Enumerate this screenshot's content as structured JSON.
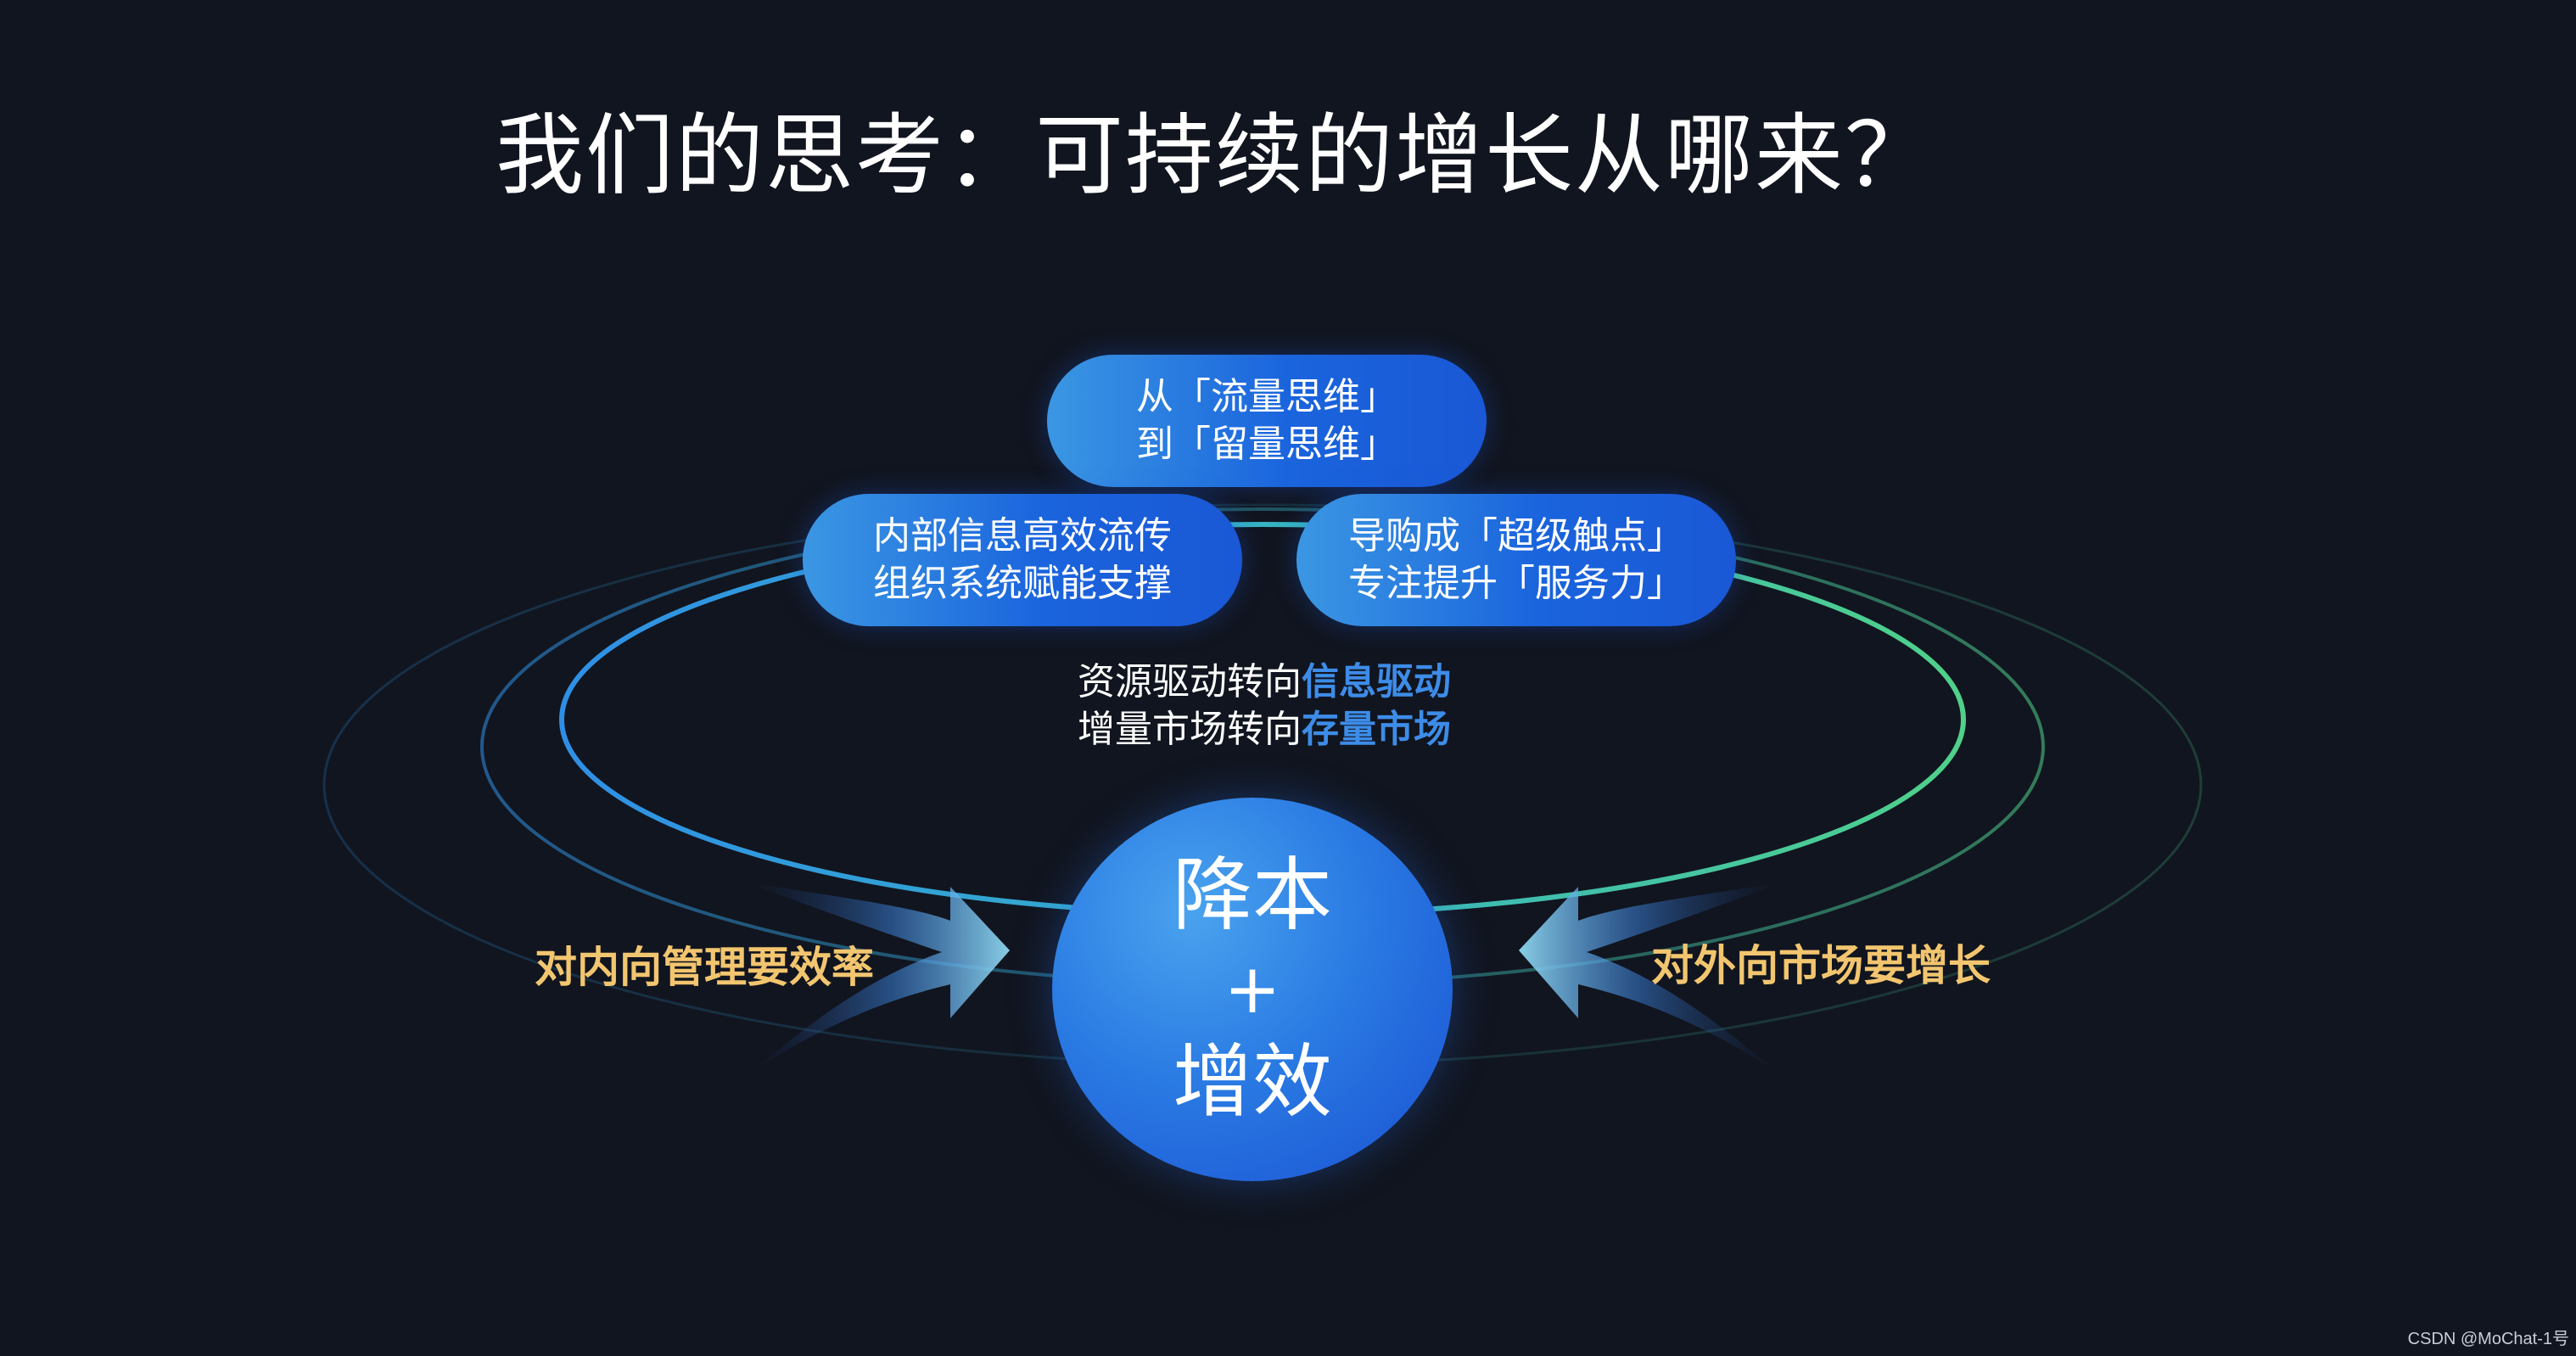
{
  "title": "我们的思考：可持续的增长从哪来？",
  "top_pill": {
    "line1": "从「流量思维」",
    "line2": "到「留量思维」"
  },
  "left_pill": {
    "line1": "内部信息高效流传",
    "line2": "组织系统赋能支撑"
  },
  "right_pill": {
    "line1": "导购成「超级触点」",
    "line2": "专注提升「服务力」"
  },
  "center_text": {
    "line1_prefix": "资源驱动转向",
    "line1_highlight": "信息驱动",
    "line2_prefix": "增量市场转向",
    "line2_highlight": "存量市场"
  },
  "core": {
    "top": "降本",
    "plus": "+",
    "bottom": "增效"
  },
  "left_label": "对内向管理要效率",
  "right_label": "对外向市场要增长",
  "watermark": "CSDN @MoChat-1号",
  "colors": {
    "background": "#11151f",
    "pill_blue": "#1a64dd",
    "highlight_blue": "#3d8ce8",
    "label_gold": "#f2c56f",
    "ring_blue": "#2f8fe6",
    "ring_green": "#4fd18a"
  }
}
